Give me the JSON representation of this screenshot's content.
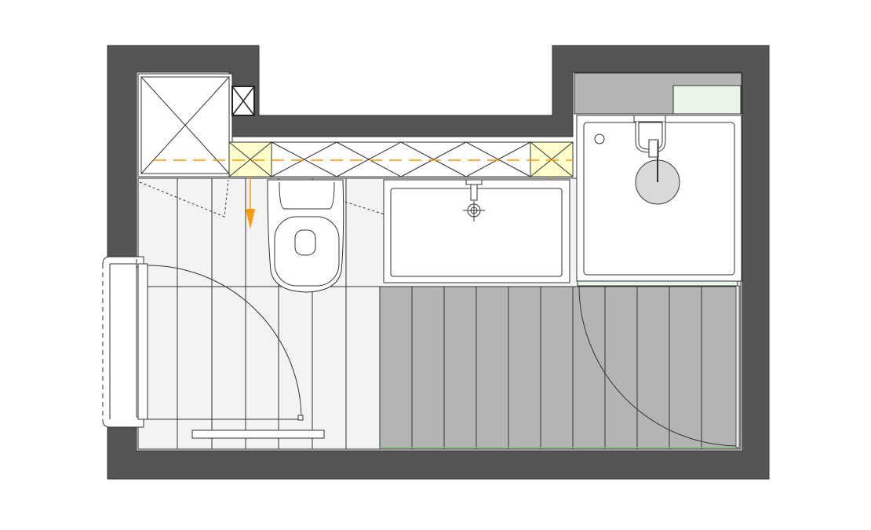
{
  "plan": {
    "colors": {
      "wall": "#555555",
      "floor_light": "#f3f3f3",
      "floor_dark": "#b4b4b4",
      "cabinet_yellow": "#ffffcc",
      "accent_orange": "#ff9900",
      "glass_green": "#e8f5e8",
      "counter_gray": "#b4b4b4",
      "line": "#333333"
    },
    "fixtures": [
      "shaft-box",
      "vent-box",
      "overhead-cabinet-row",
      "wall-hung-toilet",
      "washbasin",
      "shower-tray",
      "shower-mixer",
      "rain-shower-head",
      "shower-glass-door",
      "entrance-door",
      "window",
      "towel-bar"
    ]
  }
}
